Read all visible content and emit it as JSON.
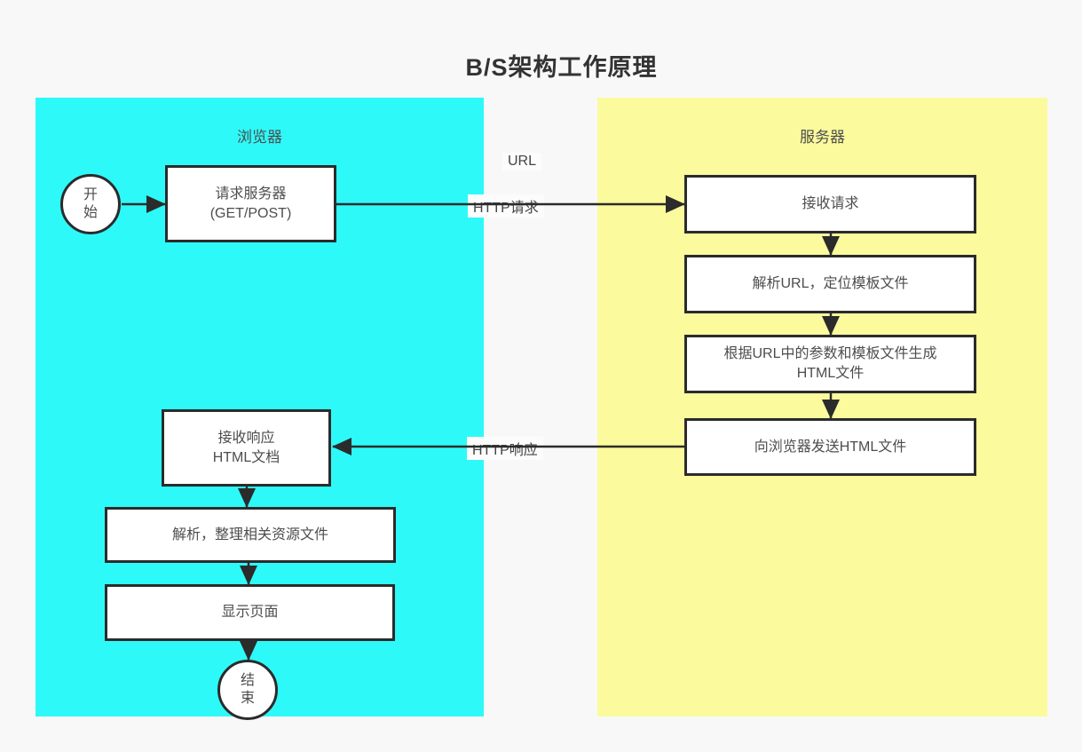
{
  "title": "B/S架构工作原理",
  "regions": {
    "browser": {
      "label": "浏览器",
      "color": "#2ef9f9"
    },
    "server": {
      "label": "服务器",
      "color": "#fbfb9d"
    }
  },
  "nodes": {
    "start": {
      "type": "circle",
      "text": "开\n始"
    },
    "request": {
      "type": "box",
      "text": "请求服务器\n(GET/POST)"
    },
    "receive_request": {
      "type": "box",
      "text": "接收请求"
    },
    "parse_url": {
      "type": "box",
      "text": "解析URL，定位模板文件"
    },
    "generate_html": {
      "type": "box",
      "text": "根据URL中的参数和模板文件生成\nHTML文件"
    },
    "send_html": {
      "type": "box",
      "text": "向浏览器发送HTML文件"
    },
    "receive_response": {
      "type": "box",
      "text": "接收响应\nHTML文档"
    },
    "parse_resources": {
      "type": "box",
      "text": "解析，整理相关资源文件"
    },
    "display_page": {
      "type": "box",
      "text": "显示页面"
    },
    "end": {
      "type": "circle",
      "text": "结\n束"
    }
  },
  "edge_labels": {
    "url": "URL",
    "http_request": "HTTP请求",
    "http_response": "HTTP响应"
  },
  "edges": [
    {
      "from": "start",
      "to": "request",
      "label": ""
    },
    {
      "from": "request",
      "to": "receive_request",
      "label": "URL / HTTP请求"
    },
    {
      "from": "receive_request",
      "to": "parse_url",
      "label": ""
    },
    {
      "from": "parse_url",
      "to": "generate_html",
      "label": ""
    },
    {
      "from": "generate_html",
      "to": "send_html",
      "label": ""
    },
    {
      "from": "send_html",
      "to": "receive_response",
      "label": "HTTP响应"
    },
    {
      "from": "receive_response",
      "to": "parse_resources",
      "label": ""
    },
    {
      "from": "parse_resources",
      "to": "display_page",
      "label": ""
    },
    {
      "from": "display_page",
      "to": "end",
      "label": ""
    }
  ],
  "colors": {
    "line": "#2b2b2b",
    "node_fill": "#ffffff",
    "background": "#f8f8f8"
  }
}
